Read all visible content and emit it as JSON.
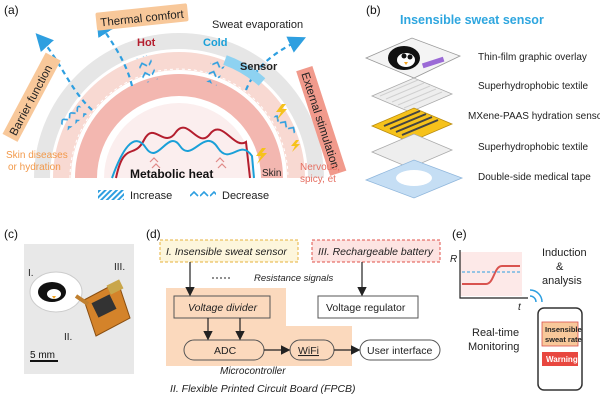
{
  "panel_a": {
    "label": "(a)",
    "thermal_comfort": "Thermal comfort",
    "sweat_evaporation": "Sweat evaporation",
    "hot": "Hot",
    "cold": "Cold",
    "sensor": "Sensor",
    "barrier_function": "Barrier function",
    "external_stimulation": "External stimulation",
    "skin_diseases_1": "Skin diseases",
    "skin_diseases_2": "or hydration",
    "nervous_1": "Nervous,",
    "nervous_2": "spicy, et",
    "skin": "Skin",
    "metabolic_heat": "Metabolic heat",
    "increase": "Increase",
    "decrease": "Decrease",
    "colors": {
      "hot": "#b41e2e",
      "cold": "#1aa0d8",
      "arrow": "#2e9fe0",
      "tissue": "#f3b7b0",
      "layer": "#f8d9d2",
      "band_orange": "#f8c89a",
      "band_red": "#f19a8c"
    }
  },
  "panel_b": {
    "label": "(b)",
    "title": "Insensible sweat sensor",
    "layers": [
      "Thin-film graphic overlay",
      "Superhydrophobic textile",
      "MXene-PAAS hydration sensor",
      "Superhydrophobic textile",
      "Double-side medical tape"
    ]
  },
  "panel_c": {
    "label": "(c)",
    "marker_1": "I.",
    "marker_2": "II.",
    "marker_3": "III.",
    "scale": "5 mm"
  },
  "panel_d": {
    "label": "(d)",
    "sensor_box": "I. Insensible sweat sensor",
    "battery_box": "III. Rechargeable battery",
    "resistance": "Resistance signals",
    "voltage_divider": "Voltage divider",
    "voltage_regulator": "Voltage regulator",
    "adc": "ADC",
    "wifi": "WiFi",
    "user_interface": "User interface",
    "microcontroller": "Microcontroller",
    "fpcb": "II. Flexible  Printed Circuit Board (FPCB)",
    "colors": {
      "fpcb_fill": "#fbd9bd",
      "sensor_border": "#e6b23c",
      "battery_border": "#e0524a"
    }
  },
  "panel_e": {
    "label": "(e)",
    "axis_r": "R",
    "axis_t": "t",
    "induction_1": "Induction",
    "induction_2": "&",
    "induction_3": "analysis",
    "realtime_1": "Real-time",
    "realtime_2": "Monitoring",
    "phone_rate_1": "Insensible",
    "phone_rate_2": "sweat rate",
    "warning": "Warning"
  }
}
